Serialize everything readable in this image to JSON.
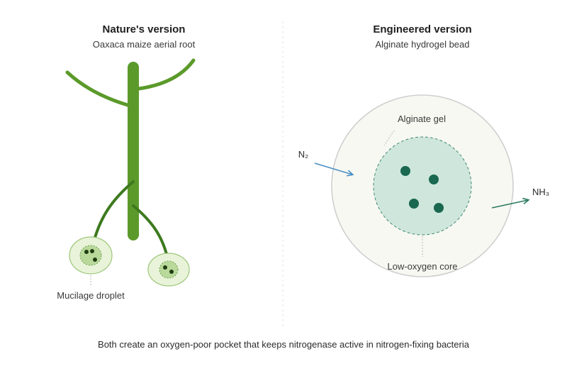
{
  "left_panel": {
    "title": "Nature's version",
    "subtitle": "Oaxaca maize aerial root",
    "droplet_label": "Mucilage droplet"
  },
  "right_panel": {
    "title": "Engineered version",
    "subtitle": "Alginate hydrogel bead",
    "gel_label": "Alginate gel",
    "core_label": "Low-oxygen core",
    "input_label": "N₂",
    "output_label": "NH₃"
  },
  "caption": "Both create an oxygen-poor pocket that keeps nitrogenase active in nitrogen-fixing bacteria",
  "colors": {
    "stem": "#5b9a2a",
    "root_dark": "#3d7a1e",
    "droplet_fill": "#e9f3d9",
    "droplet_stroke": "#9cc77a",
    "bead_fill": "#f8f8f2",
    "bead_stroke": "#cfcfcf",
    "core_fill": "#cfe6dd",
    "core_stroke": "#3f8c72",
    "bacteria": "#19684f",
    "n2_arrow": "#4a90c4",
    "nh3_arrow": "#2a7a5e"
  }
}
